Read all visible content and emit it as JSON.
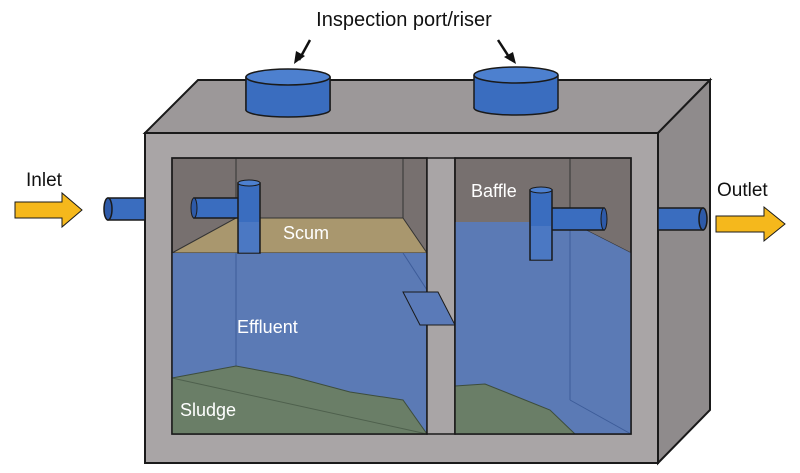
{
  "labels": {
    "inspection": "Inspection port/riser",
    "inlet": "Inlet",
    "outlet": "Outlet",
    "baffle": "Baffle",
    "scum": "Scum",
    "effluent": "Effluent",
    "sludge": "Sludge"
  },
  "colors": {
    "concrete": "#a9a5a6",
    "concrete_top": "#9c9899",
    "concrete_edge": "#1a1a1a",
    "chamber_air": "#77706f",
    "pipe_blue": "#3a6dbf",
    "pipe_blue_dark": "#1f4a94",
    "water_blue": "#5a7ab8",
    "scum_tan": "#a9976e",
    "sludge_green": "#6a7e67",
    "arrow_yellow": "#f5b81c"
  }
}
